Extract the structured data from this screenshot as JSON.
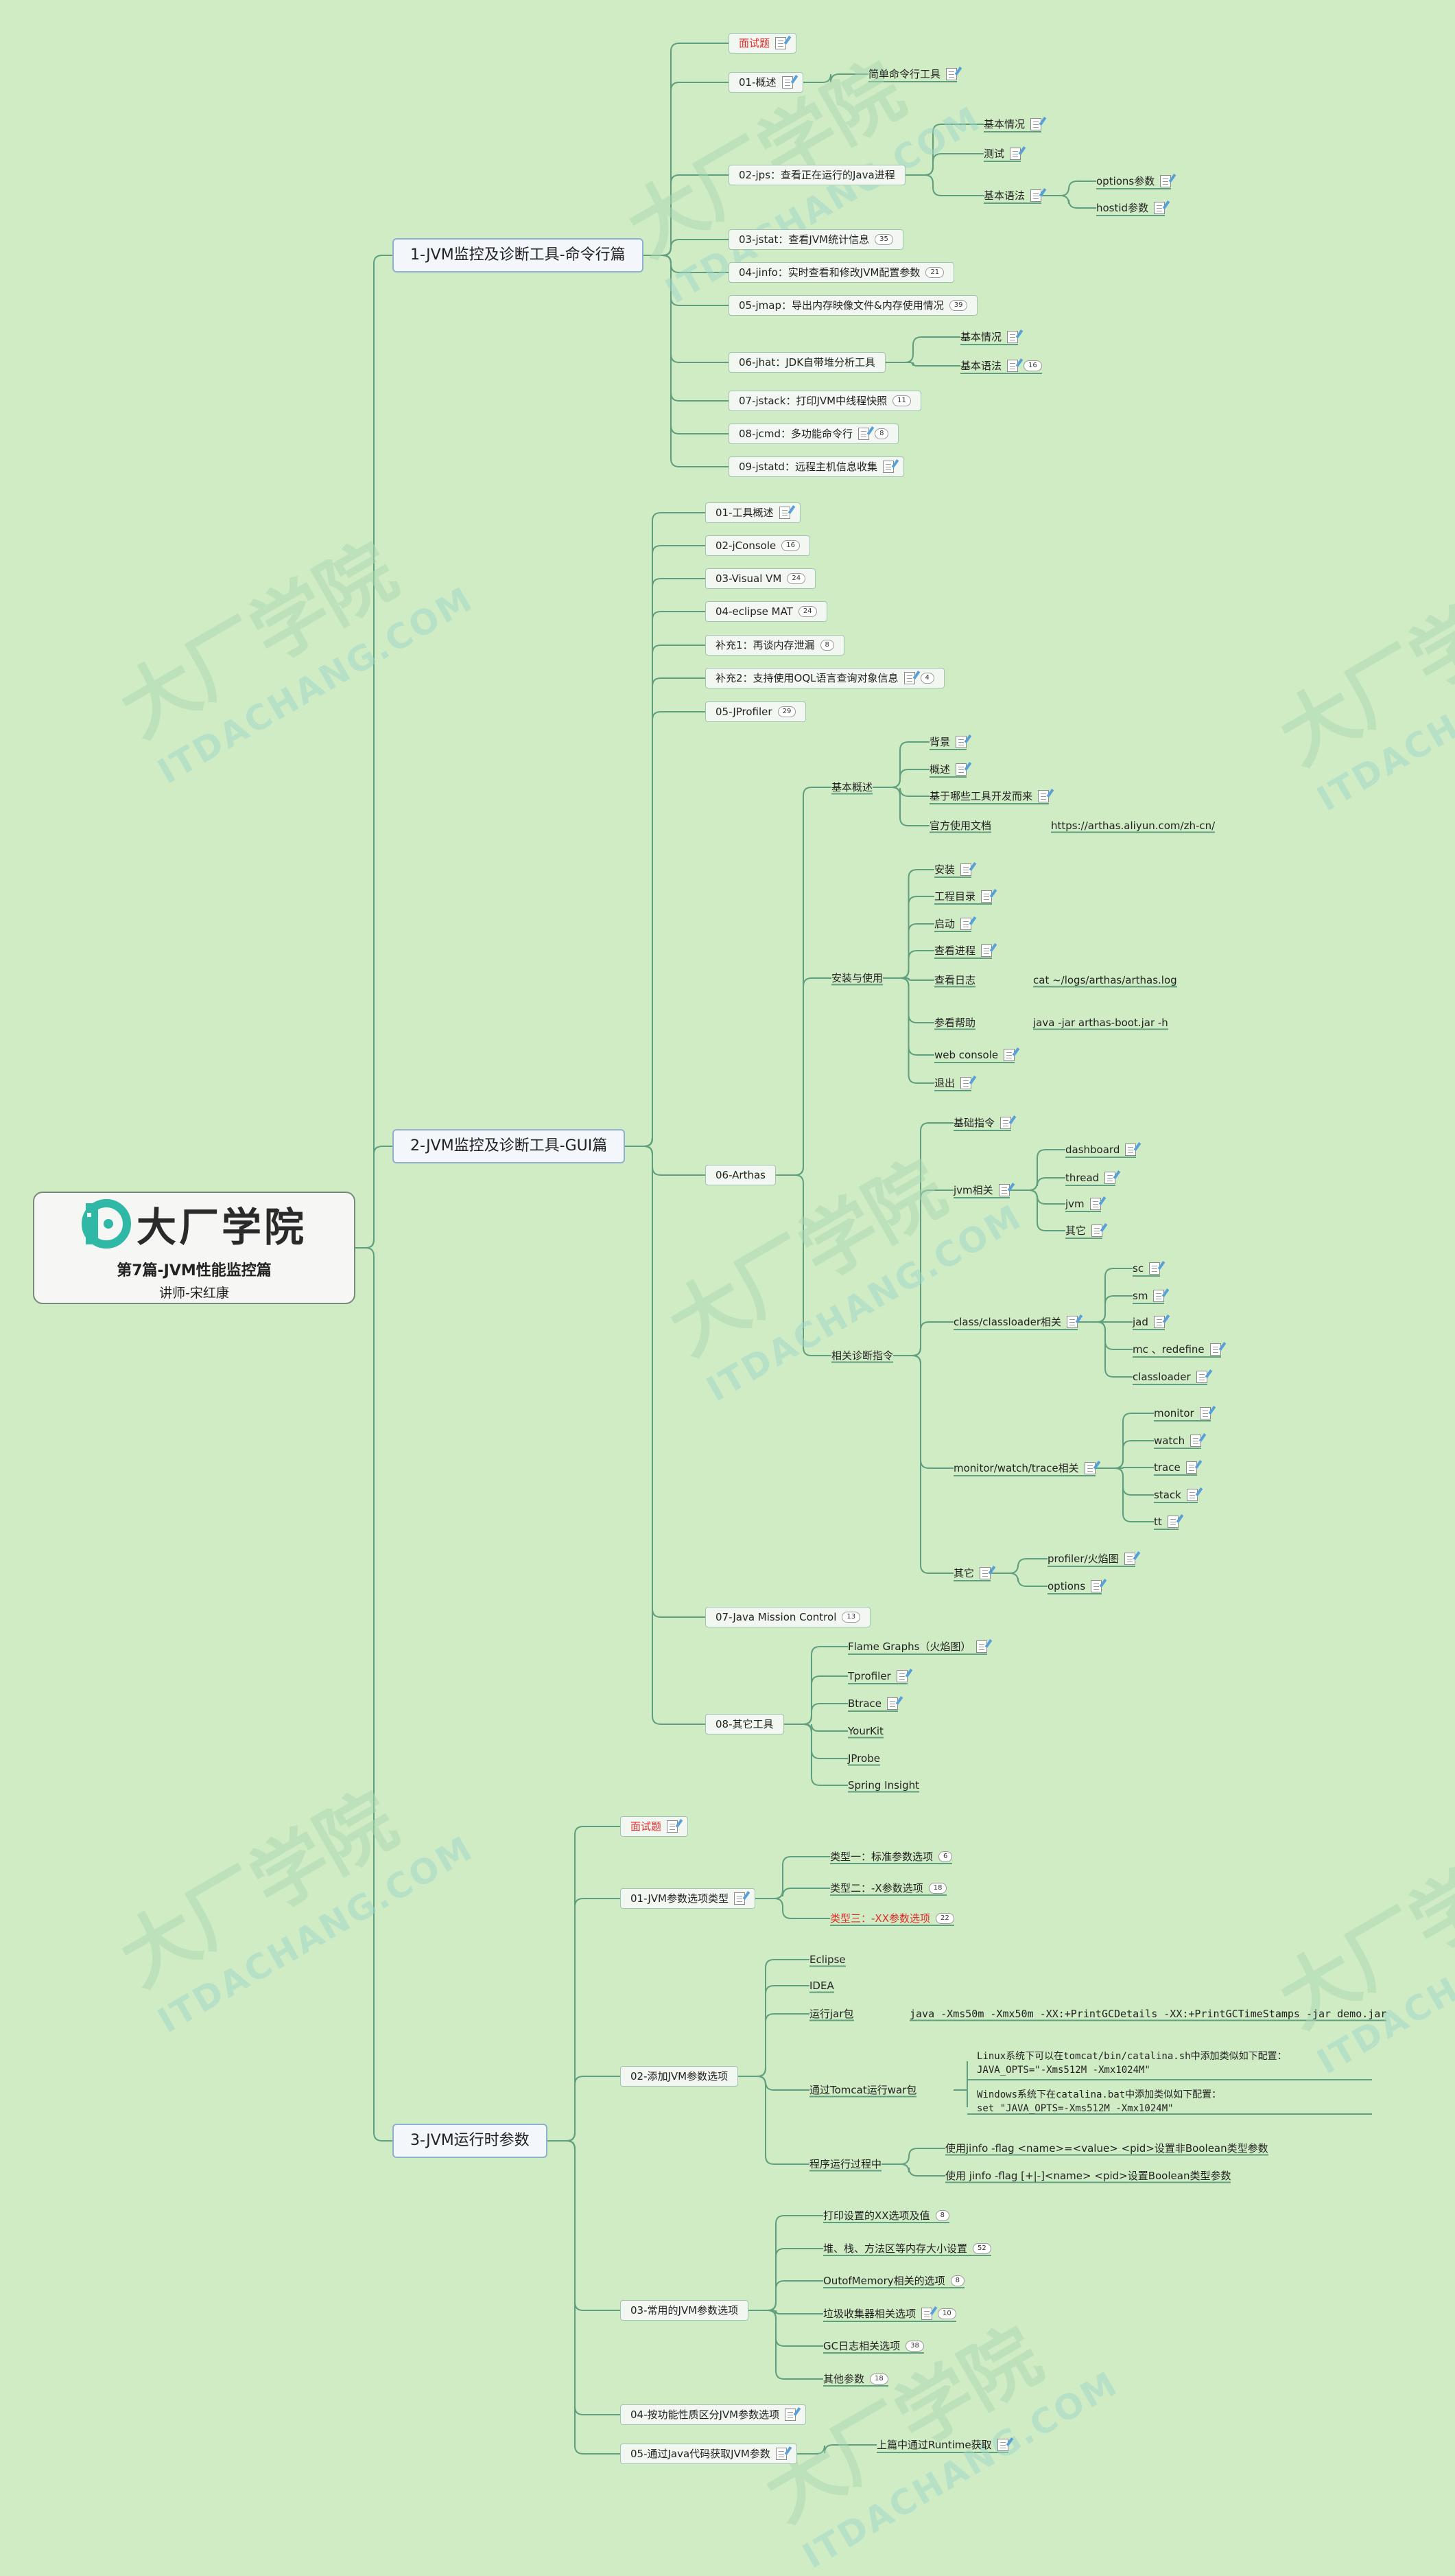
{
  "root": {
    "logo_text": "大厂学院",
    "title": "第7篇-JVM性能监控篇",
    "subtitle": "讲师-宋红康"
  },
  "watermark": {
    "text": "大厂学院",
    "sub": "ITDACHANG.COM"
  },
  "b1": {
    "title": "1-JVM监控及诊断工具-命令行篇",
    "interview": "面试题",
    "overview": "01-概述",
    "simple_cmd": "简单命令行工具",
    "jps": "02-jps：查看正在运行的Java进程",
    "jps_basic": "基本情况",
    "jps_test": "测试",
    "jps_syntax": "基本语法",
    "jps_options": "options参数",
    "jps_hostid": "hostid参数",
    "jstat": "03-jstat：查看JVM统计信息",
    "jstat_count": "35",
    "jinfo": "04-jinfo：实时查看和修改JVM配置参数",
    "jinfo_count": "21",
    "jmap": "05-jmap：导出内存映像文件&内存使用情况",
    "jmap_count": "39",
    "jhat": "06-jhat：JDK自带堆分析工具",
    "jhat_basic": "基本情况",
    "jhat_syntax": "基本语法",
    "jhat_count": "16",
    "jstack": "07-jstack：打印JVM中线程快照",
    "jstack_count": "11",
    "jcmd": "08-jcmd：多功能命令行",
    "jcmd_count": "8",
    "jstatd": "09-jstatd：远程主机信息收集"
  },
  "b2": {
    "title": "2-JVM监控及诊断工具-GUI篇",
    "overview": "01-工具概述",
    "jconsole": "02-jConsole",
    "jconsole_count": "16",
    "visualvm": "03-Visual VM",
    "visualvm_count": "24",
    "mat": "04-eclipse MAT",
    "mat_count": "24",
    "sup1": "补充1：再谈内存泄漏",
    "sup1_count": "8",
    "sup2": "补充2：支持使用OQL语言查询对象信息",
    "sup2_count": "4",
    "jprofiler": "05-JProfiler",
    "jprofiler_count": "29",
    "arthas": "06-Arthas",
    "a_basic": "基本概述",
    "a_bg": "背景",
    "a_ov": "概述",
    "a_based": "基于哪些工具开发而来",
    "a_doc": "官方使用文档",
    "a_doc_url": "https://arthas.aliyun.com/zh-cn/",
    "a_install_use": "安装与使用",
    "a_install": "安装",
    "a_dir": "工程目录",
    "a_start": "启动",
    "a_proc": "查看进程",
    "a_log": "查看日志",
    "a_log_val": "cat ~/logs/arthas/arthas.log",
    "a_help": "参看帮助",
    "a_help_val": "java -jar arthas-boot.jar -h",
    "a_web": "web console",
    "a_exit": "退出",
    "a_diag": "相关诊断指令",
    "a_basecmd": "基础指令",
    "a_jvm": "jvm相关",
    "a_dash": "dashboard",
    "a_thread": "thread",
    "a_jvmcmd": "jvm",
    "a_jvm_other": "其它",
    "a_class": "class/classloader相关",
    "a_sc": "sc",
    "a_sm": "sm",
    "a_jad": "jad",
    "a_mc": "mc 、redefine",
    "a_cl": "classloader",
    "a_mon": "monitor/watch/trace相关",
    "a_monitor": "monitor",
    "a_watch": "watch",
    "a_trace": "trace",
    "a_stack": "stack",
    "a_tt": "tt",
    "a_other": "其它",
    "a_profiler": "profiler/火焰图",
    "a_options": "options",
    "jmc": "07-Java Mission Control",
    "jmc_count": "13",
    "others": "08-其它工具",
    "flame": "Flame Graphs（火焰图）",
    "tprofiler": "Tprofiler",
    "btrace": "Btrace",
    "yourkit": "YourKit",
    "jprobe": "JProbe",
    "spring": "Spring Insight"
  },
  "b3": {
    "title": "3-JVM运行时参数",
    "interview": "面试题",
    "types": "01-JVM参数选项类型",
    "t1": "类型一：标准参数选项",
    "t1_count": "6",
    "t2": "类型二：-X参数选项",
    "t2_count": "18",
    "t3": "类型三：-XX参数选项",
    "t3_count": "22",
    "add": "02-添加JVM参数选项",
    "eclipse": "Eclipse",
    "idea": "IDEA",
    "jar": "运行jar包",
    "jar_cmd": "java  -Xms50m -Xmx50m -XX:+PrintGCDetails -XX:+PrintGCTimeStamps -jar  demo.jar",
    "tomcat": "通过Tomcat运行war包",
    "tomcat_linux1": "Linux系统下可以在tomcat/bin/catalina.sh中添加类似如下配置：",
    "tomcat_linux2": "JAVA_OPTS=\"-Xms512M -Xmx1024M\"",
    "tomcat_win1": "Windows系统下在catalina.bat中添加类似如下配置：",
    "tomcat_win2": "set \"JAVA_OPTS=-Xms512M -Xmx1024M\"",
    "running": "程序运行过程中",
    "running1": "使用jinfo -flag <name>=<value> <pid>设置非Boolean类型参数",
    "running2": "使用 jinfo -flag [+|-]<name> <pid>设置Boolean类型参数",
    "common": "03-常用的JVM参数选项",
    "c1": "打印设置的XX选项及值",
    "c1_count": "8",
    "c2": "堆、栈、方法区等内存大小设置",
    "c2_count": "52",
    "c3": "OutofMemory相关的选项",
    "c3_count": "8",
    "c4": "垃圾收集器相关选项",
    "c4_count": "10",
    "c5": "GC日志相关选项",
    "c5_count": "38",
    "c6": "其他参数",
    "c6_count": "18",
    "func": "04-按功能性质区分JVM参数选项",
    "code": "05-通过Java代码获取JVM参数",
    "code_sub": "上篇中通过Runtime获取"
  }
}
